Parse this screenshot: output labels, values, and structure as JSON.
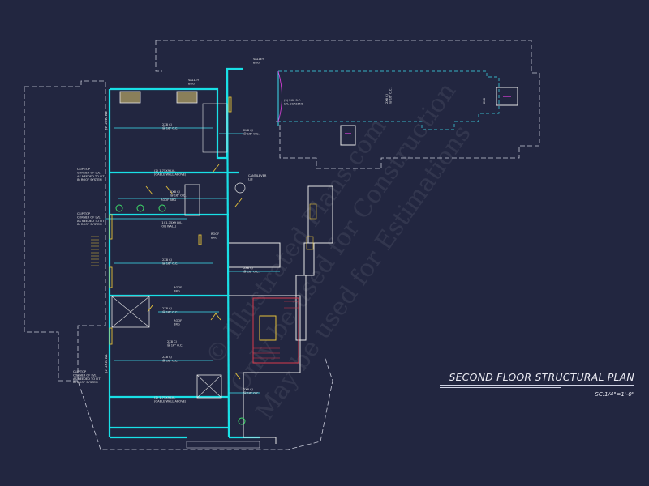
{
  "drawing": {
    "title": "SECOND FLOOR STRUCTURAL PLAN",
    "scale": "SC:1/4\"=1'-0\"",
    "watermark": [
      "© Illustrated Plans.com",
      "Only be used for Construction",
      "May be used for Estimations"
    ],
    "colors": {
      "background": "#222640",
      "outline_dashed": "#c8cad8",
      "walls": "#19e0e6",
      "cyan_line": "#3ee0f0",
      "accent_yellow": "#e6c23a",
      "accent_red": "#d8394b",
      "accent_magenta": "#e040e0",
      "text": "#e6e6e6"
    },
    "labels": {
      "valley_top": "VALLEY\nBRG",
      "valley_left": "VALLEY\nBRG",
      "beam_top": "(3) 2X6 S.P.\nLVL SCREENS",
      "header_left_top": "(2) 2X10 LVL",
      "header_left_bottom": "(2) 2X10 LVL",
      "joist_1": "2X8 CJ\n@ 16\" O.C.",
      "joist_2": "2X8 CJ\n@ 16\" O.C.",
      "joist_3": "2X8 CJ\n@ 16\" O.C.",
      "joist_4": "2X8 CJ\n@ 16\" O.C.",
      "joist_5": "2X8 CJ\n@ 16\" O.C.",
      "joist_6": "2X8 CJ\n@ 16\" O.C.",
      "joist_7": "2X8 CJ\n@ 16\" O.C.",
      "joist_8": "2X8 CJ\n@ 16\" O.C.",
      "joist_9": "2X8 CJ\n@ 16\" O.C.",
      "clip_top_1": "CLIP TOP\nCORNER OF LVL\nAS NEEDED TO FIT\nIN ROOF SYSTEM",
      "clip_top_2": "CLIP TOP\nCORNER OF LVL\nAS NEEDED TO FIT\nIN ROOF SYSTEM",
      "clip_top_3": "CLIP TOP\nCORNER OF LVL\nAS NEEDED TO FIT\nIN ROOF SYSTEM",
      "gable_1": "(2) 1.75X9 LVL\n(GABLE WALL ABOVE)",
      "gable_2": "(2) 1.75X9 LVL\n(GABLE WALL ABOVE)",
      "gable_3": "(1) 1.75X9 LVL\n(ON WALL)",
      "cantilever": "CANTILEVER\nL/8",
      "roof_brg_1": "ROOF BRG",
      "roof_brg_2": "ROOF\nBRG",
      "roof_brg_3": "ROOF\nBRG",
      "roof_brg_4": "ROOF\nBRG",
      "right_label_1": "2X8 CJ\n@ 16\" O.C.",
      "right_label_2": "2X8"
    }
  }
}
